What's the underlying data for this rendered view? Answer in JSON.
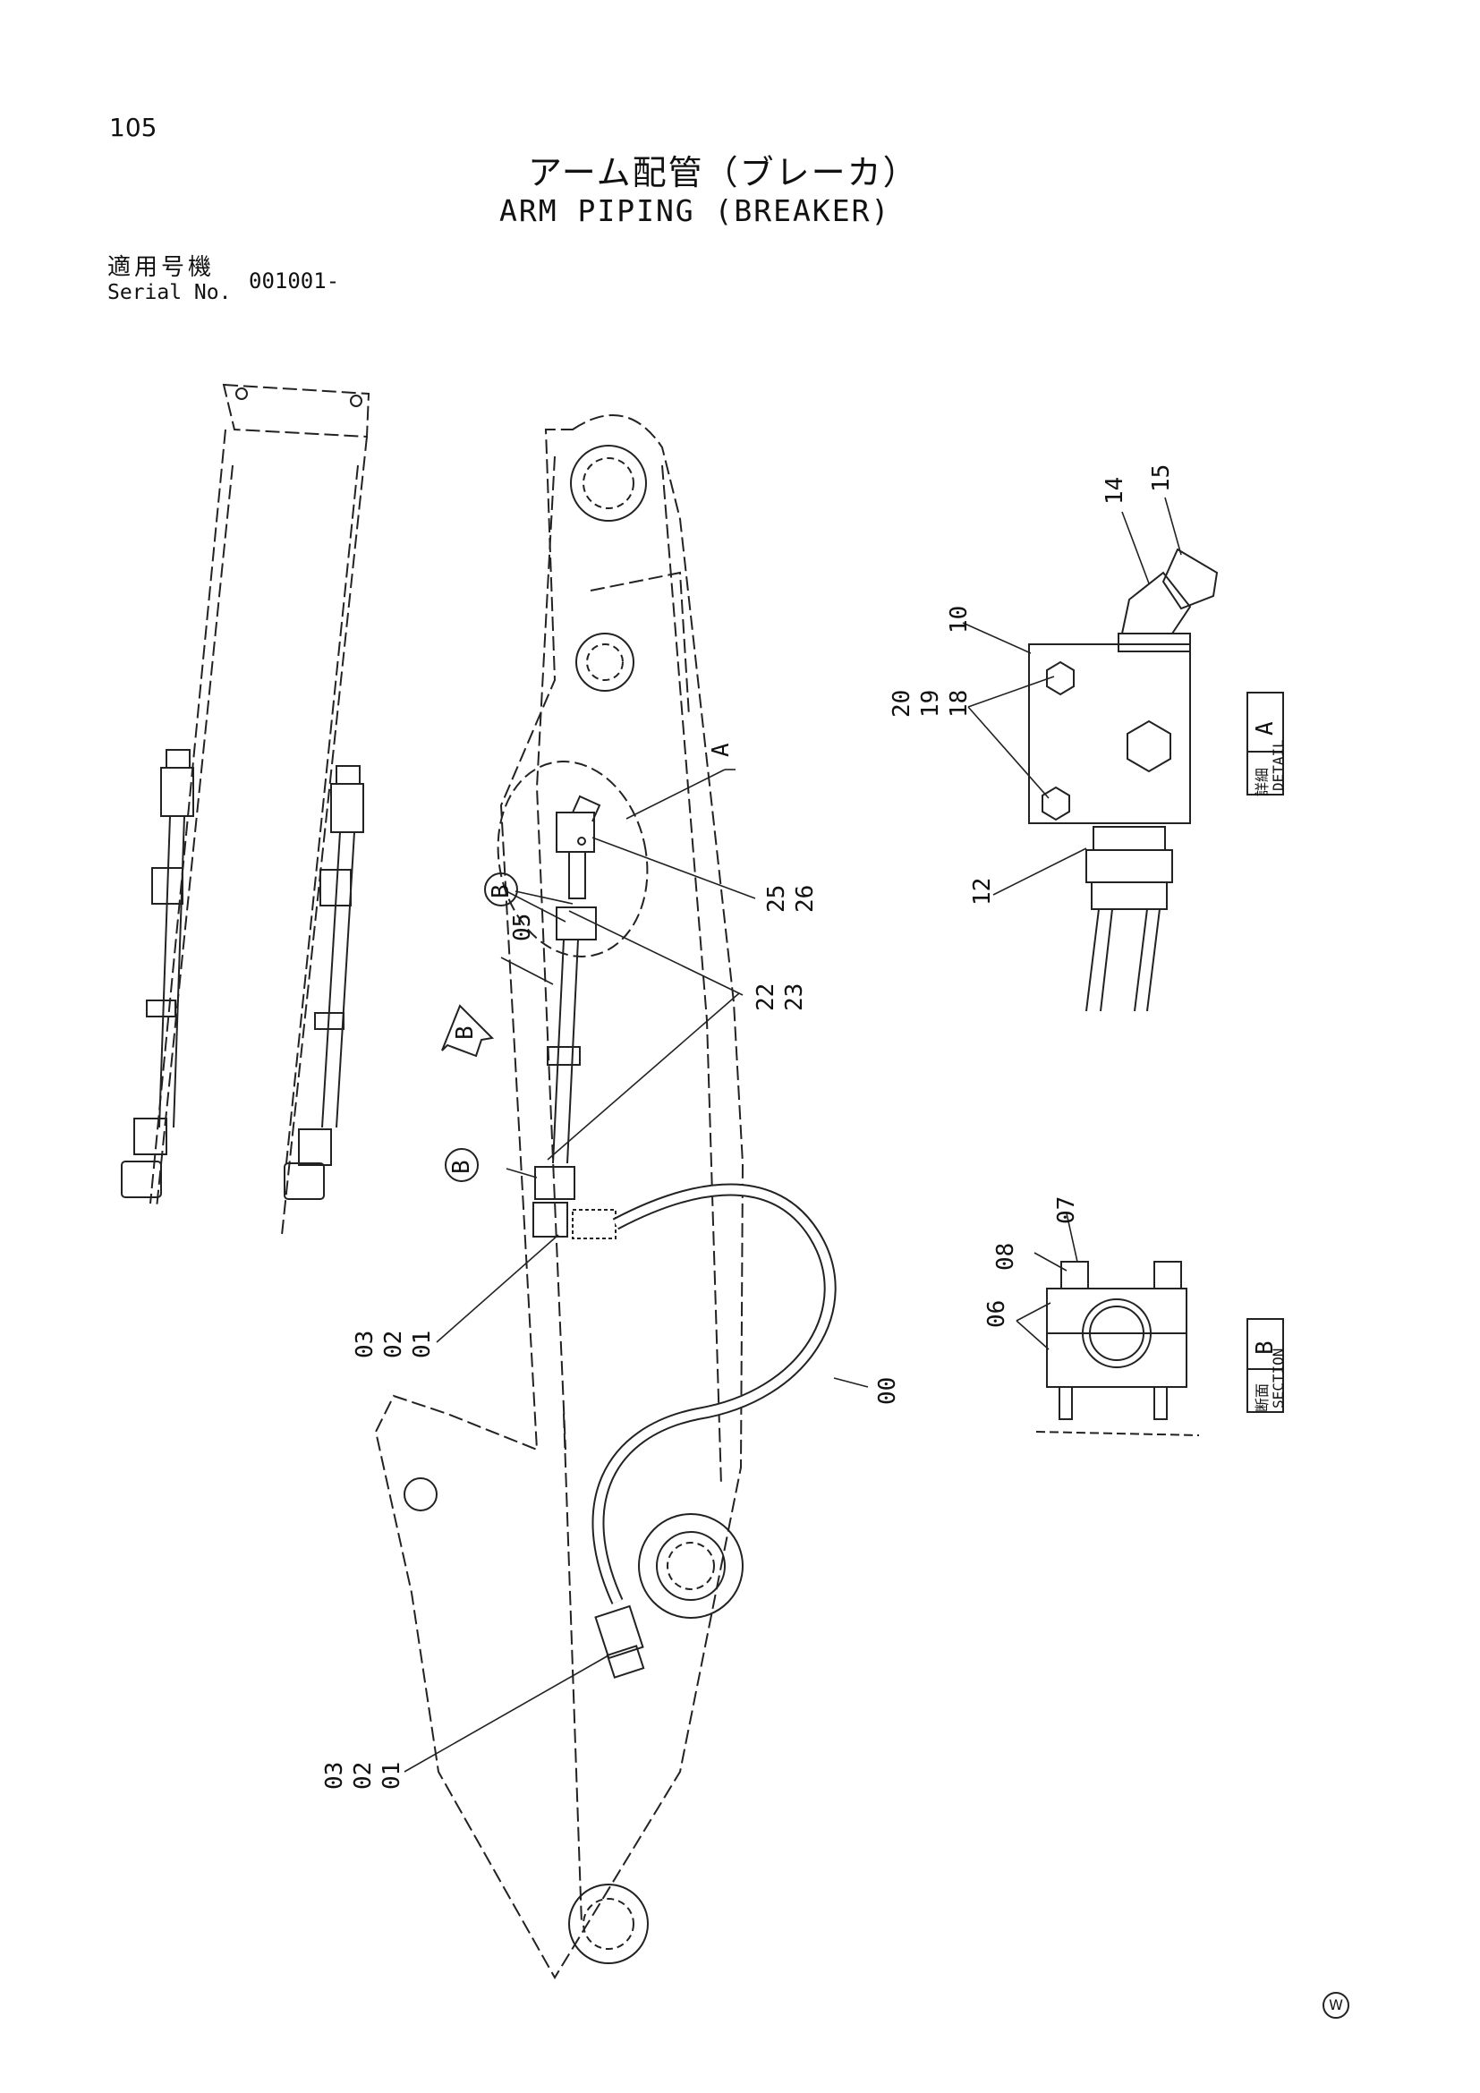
{
  "page": {
    "number": "105",
    "title_jp": "アーム配管（ブレーカ）",
    "title_en": "ARM PIPING (BREAKER)",
    "serial_label_jp": "適用号機",
    "serial_label_en": "Serial No.",
    "serial_value": "001001-",
    "watermark": "W"
  },
  "callouts": {
    "c05": "05",
    "c22": "22",
    "c23": "23",
    "c25": "25",
    "c26": "26",
    "c00": "00",
    "c01a": "01",
    "c02a": "02",
    "c03a": "03",
    "c01b": "01",
    "c02b": "02",
    "c03b": "03",
    "c10": "10",
    "c12": "12",
    "c14": "14",
    "c15": "15",
    "c18": "18",
    "c19": "19",
    "c20": "20",
    "c06": "06",
    "c07": "07",
    "c08": "08"
  },
  "markers": {
    "a": "A",
    "b": "B",
    "b_arrow": "B"
  },
  "detail_a": {
    "jp": "詳細",
    "en": "DETAIL",
    "letter": "A"
  },
  "section_b": {
    "jp": "断面",
    "en": "SECTION",
    "letter": "B"
  }
}
